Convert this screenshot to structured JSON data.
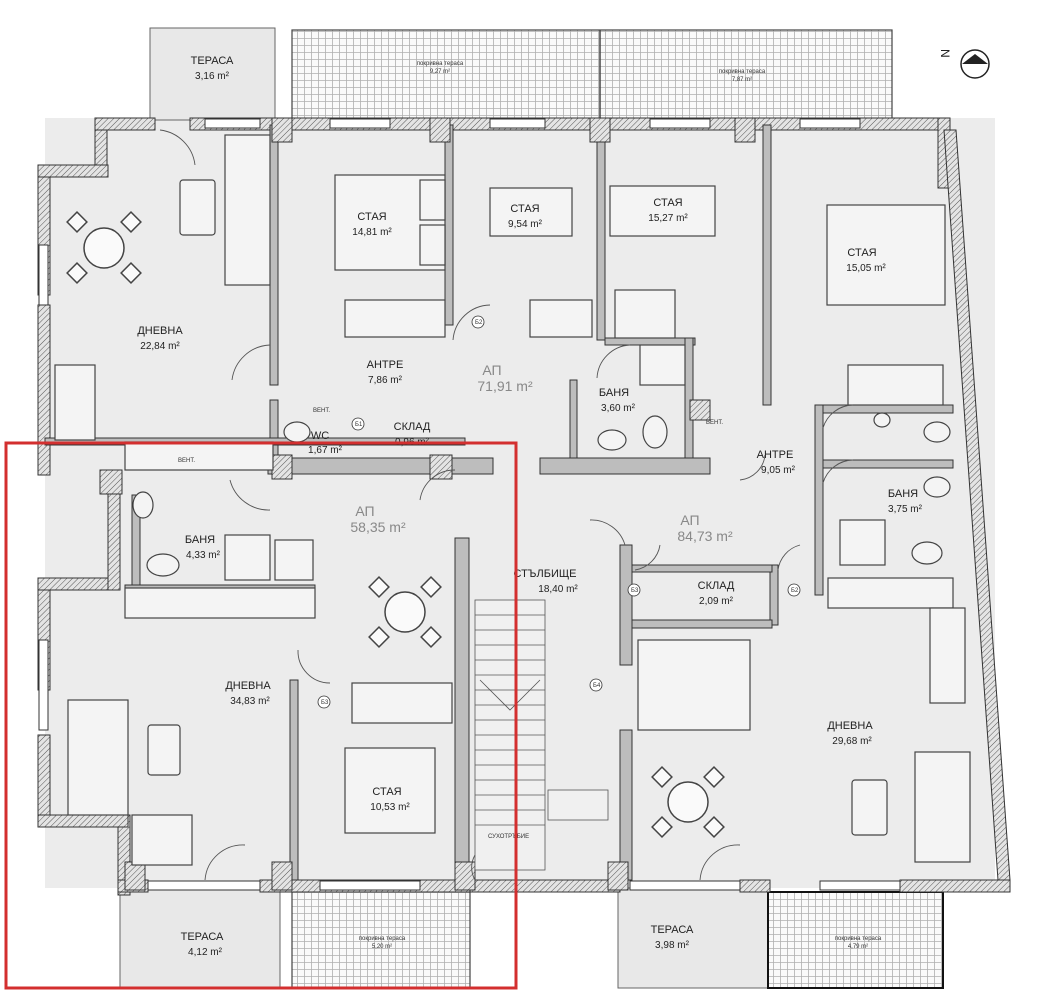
{
  "compass": {
    "letter": "N"
  },
  "highlight_color": "#d32f2f",
  "rooms": {
    "tl_terrace": {
      "name": "ТЕРАСА",
      "area": "3,16 m²"
    },
    "tl_living": {
      "name": "ДНЕВНА",
      "area": "22,84 m²"
    },
    "r1_room": {
      "name": "СТАЯ",
      "area": "14,81 m²"
    },
    "r2_room": {
      "name": "СТАЯ",
      "area": "9,54 m²"
    },
    "r3_room": {
      "name": "СТАЯ",
      "area": "15,27 m²"
    },
    "r4_room": {
      "name": "СТАЯ",
      "area": "15,05 m²"
    },
    "tl_hall": {
      "name": "АНТРЕ",
      "area": "7,86 m²"
    },
    "ap_top": {
      "name": "АП",
      "area": "71,91 m²"
    },
    "top_bath": {
      "name": "БАНЯ",
      "area": "3,60 m²"
    },
    "top_storage": {
      "name": "СКЛАД",
      "area": "0,96 m²"
    },
    "top_wc": {
      "name": "WC",
      "area": "1,67 m²"
    },
    "r_hall": {
      "name": "АНТРЕ",
      "area": "9,05 m²"
    },
    "r_bath": {
      "name": "БАНЯ",
      "area": "3,75 m²"
    },
    "ap_left": {
      "name": "АП",
      "area": "58,35 m²"
    },
    "l_bath": {
      "name": "БАНЯ",
      "area": "4,33 m²"
    },
    "l_living": {
      "name": "ДНЕВНА",
      "area": "34,83 m²"
    },
    "l_room": {
      "name": "СТАЯ",
      "area": "10,53 m²"
    },
    "stairs": {
      "name": "СТЪЛБИЩЕ",
      "area": "18,40 m²"
    },
    "ap_right": {
      "name": "АП",
      "area": "84,73 m²"
    },
    "r_storage": {
      "name": "СКЛАД",
      "area": "2,09 m²"
    },
    "r_living": {
      "name": "ДНЕВНА",
      "area": "29,68 m²"
    },
    "bl_terrace": {
      "name": "ТЕРАСА",
      "area": "4,12 m²"
    },
    "br_terrace": {
      "name": "ТЕРАСА",
      "area": "3,98 m²"
    }
  },
  "planters": {
    "top1": {
      "name": "покривна тераса",
      "area": "9,27 m²"
    },
    "top2": {
      "name": "покривна тераса",
      "area": "7,87 m²"
    },
    "bot1": {
      "name": "покривна тераса",
      "area": "5,20 m²"
    },
    "bot2": {
      "name": "покривна тераса",
      "area": "4,79 m²"
    }
  },
  "notes": {
    "vent1": "ВЕНТ.",
    "vent2": "ВЕНТ.",
    "vent3": "ВЕНТ.",
    "garbage": "СУХОТРЪБИЕ"
  },
  "door_tags": {
    "d1": "Б1",
    "d2": "Б2",
    "d3": "Б3",
    "d4": "Б4",
    "d5": "Б2",
    "d6": "Б3"
  }
}
